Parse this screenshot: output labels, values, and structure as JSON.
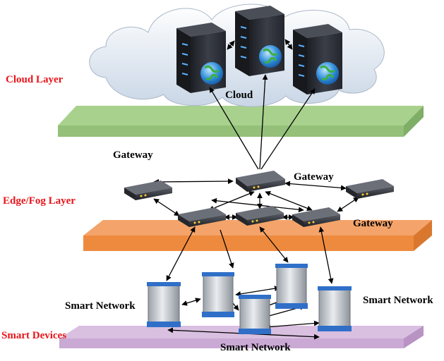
{
  "layers": {
    "cloud": "Cloud Layer",
    "edge": "Edge/Fog Layer",
    "devices": "Smart Devices"
  },
  "labels": {
    "cloud": "Cloud",
    "gateway_top_left": "Gateway",
    "gateway_center": "Gateway",
    "gateway_right": "Gateway",
    "smart_network_left": "Smart Network",
    "smart_network_right": "Smart Network",
    "smart_network_bottom": "Smart Network"
  },
  "colors": {
    "layer_label": "#e8141b",
    "cloud_plane": "#a8d18d",
    "edge_plane": "#f4a46a",
    "device_plane": "#d9bfe0",
    "server_body": "#2c2f36",
    "device_cap": "#2f6fc8"
  }
}
